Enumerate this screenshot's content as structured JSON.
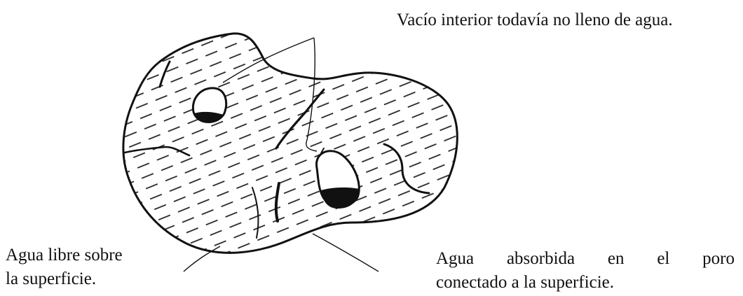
{
  "labels": {
    "void_interior": "Vacío interior todavía no lleno de agua.",
    "free_water_line1": "Agua libre sobre",
    "free_water_line2": "la superficie.",
    "absorbed_words": [
      "Agua",
      "absorbida",
      "en",
      "el",
      "poro"
    ],
    "absorbed_line2": "conectado a la superficie."
  },
  "colors": {
    "ink": "#111111",
    "background": "#ffffff"
  }
}
